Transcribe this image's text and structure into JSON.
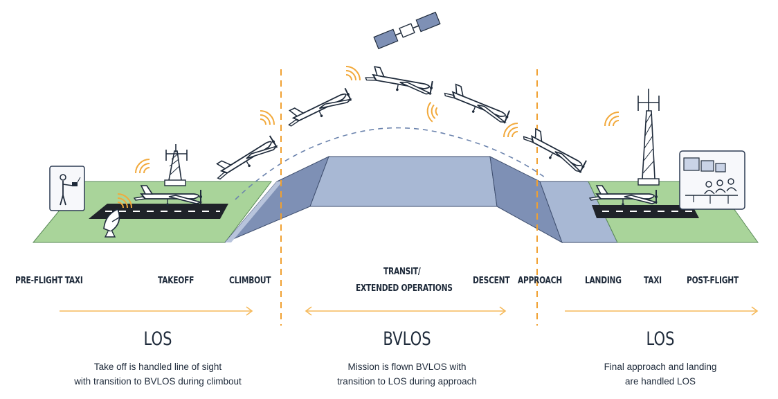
{
  "phases": {
    "preflight": "PRE-FLIGHT TAXI",
    "takeoff": "TAKEOFF",
    "climbout": "CLIMBOUT",
    "transit_line1": "TRANSIT/",
    "transit_line2": "EXTENDED OPERATIONS",
    "descent": "DESCENT",
    "approach": "APPROACH",
    "landing": "LANDING",
    "taxi": "TAXI",
    "postflight": "POST-FLIGHT"
  },
  "zones": {
    "left": {
      "title": "LOS",
      "line1": "Take off is handled line of sight",
      "line2": "with transition to BVLOS during climbout"
    },
    "middle": {
      "title": "BVLOS",
      "line1": "Mission is flown BVLOS with",
      "line2": "transition to LOS during approach"
    },
    "right": {
      "title": "LOS",
      "line1": "Final approach and landing",
      "line2": "are handled LOS"
    }
  },
  "colors": {
    "grass": "#a9d49a",
    "terrain_top": "#a8b8d4",
    "terrain_side": "#8194b8",
    "divider": "#f0a030",
    "arrow": "#f5b95a",
    "signal": "#f2a93b",
    "ink": "#1e2a3a"
  },
  "icons": [
    "pilot-icon",
    "antenna-tower-icon",
    "satellite-dish-icon",
    "satellite-icon",
    "aircraft-icon",
    "control-room-icon",
    "signal-waves-icon"
  ]
}
